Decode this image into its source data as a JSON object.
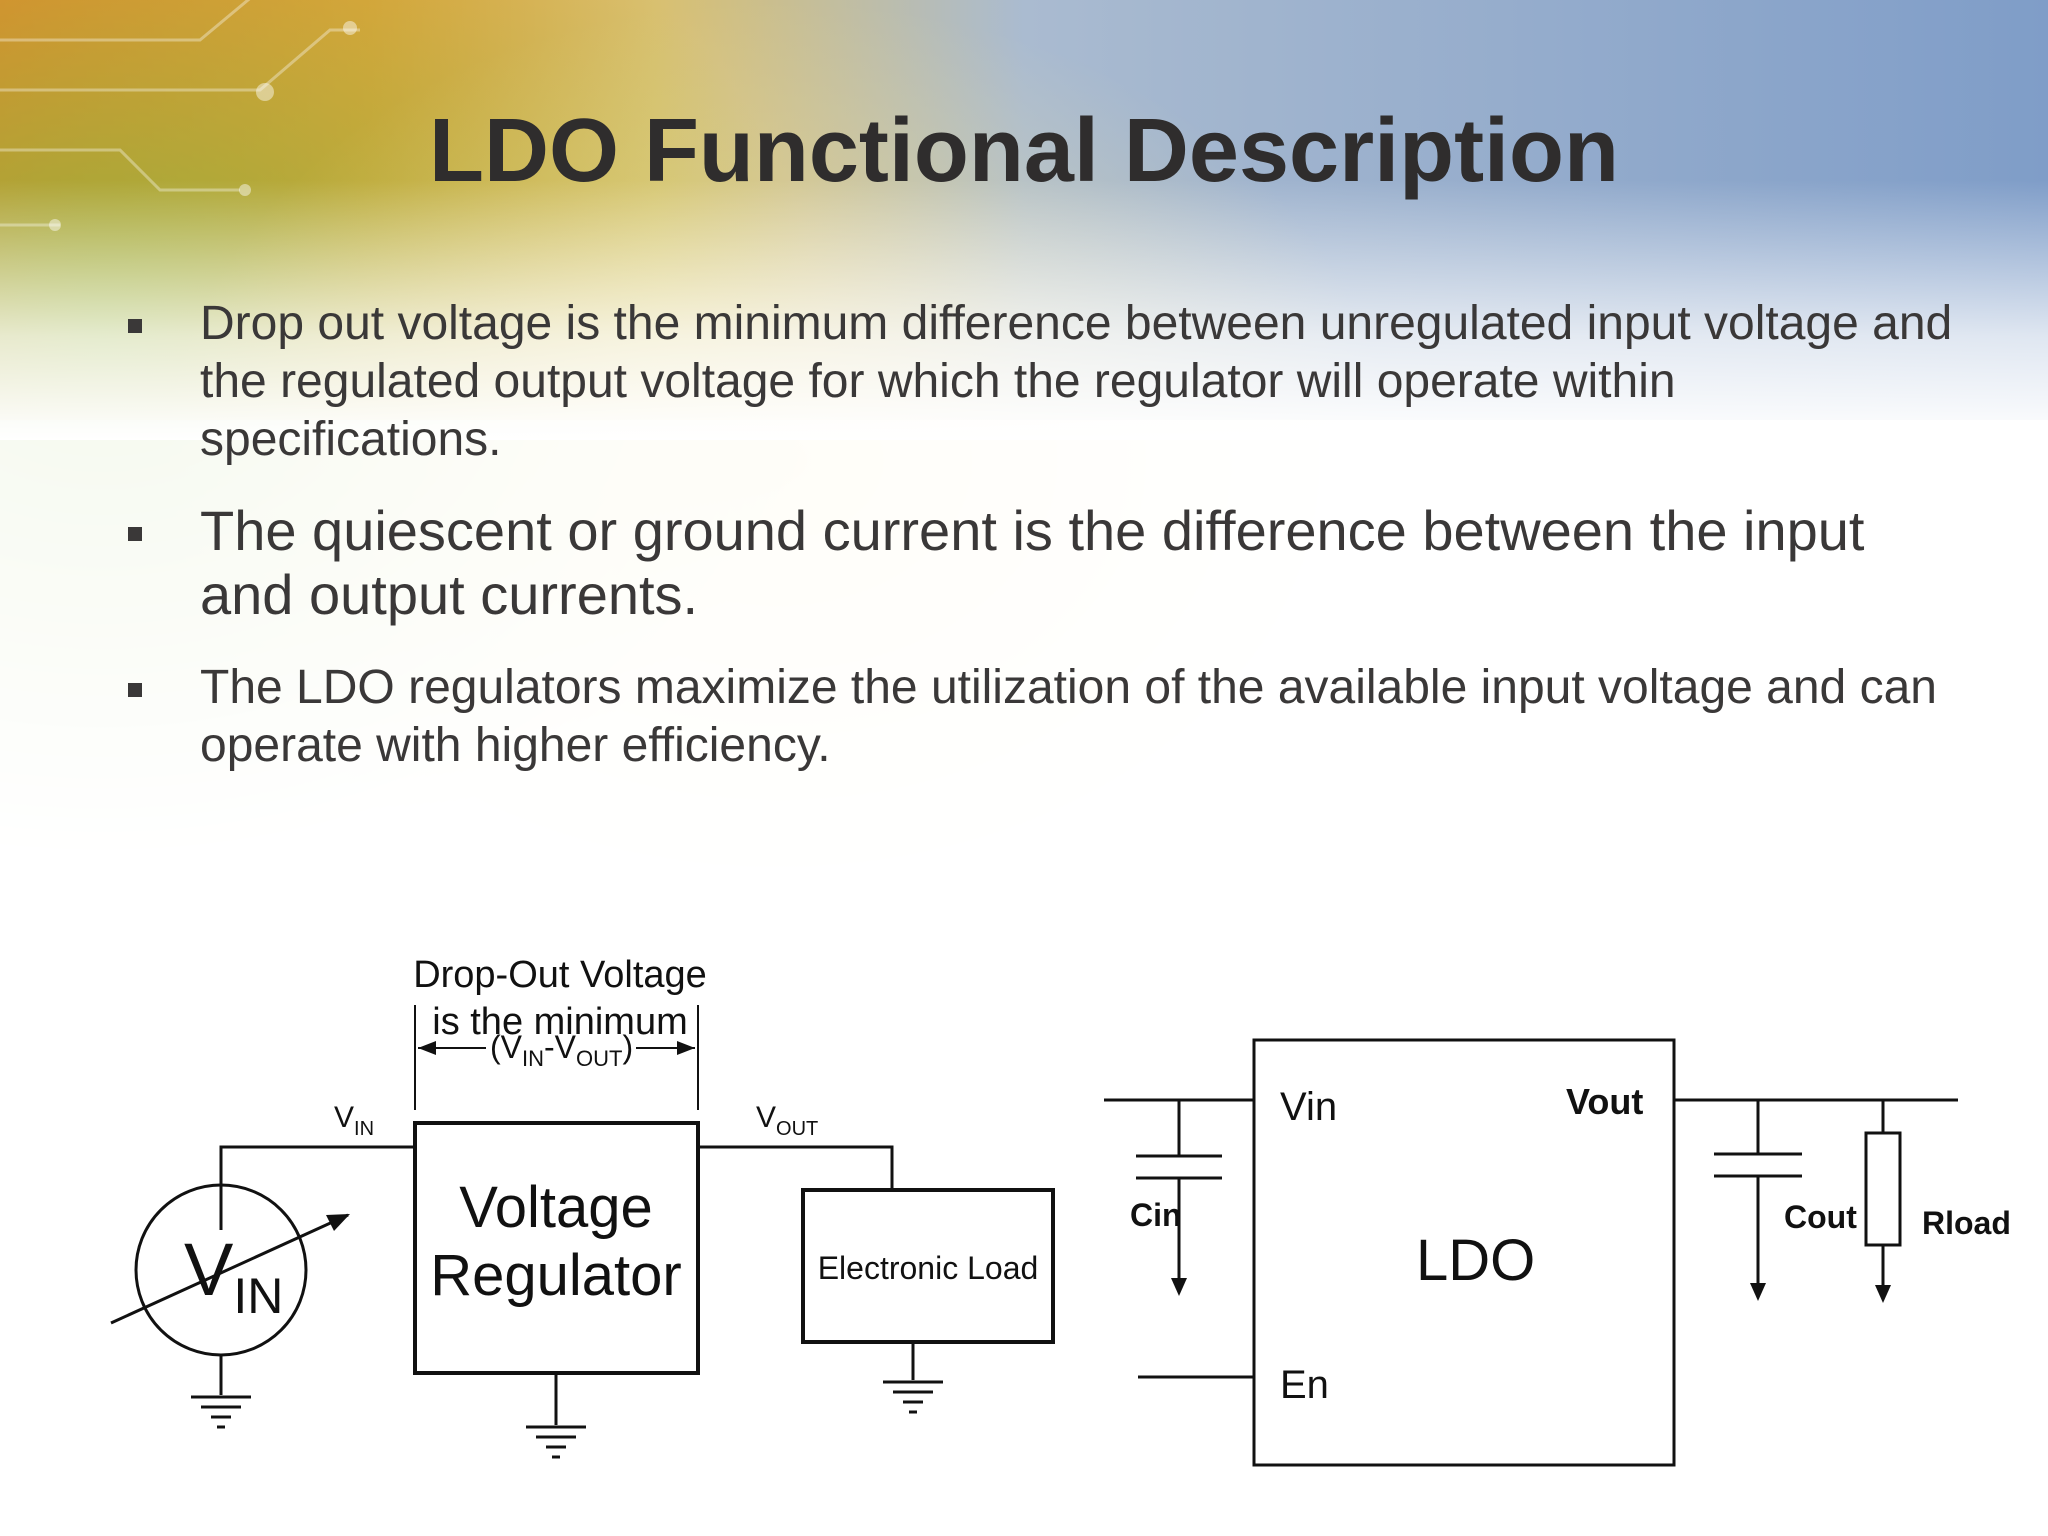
{
  "title": "LDO Functional Description",
  "bullets": [
    "Drop out voltage is the minimum difference between unregulated input voltage and the regulated output voltage for which the regulator will operate within specifications.",
    "The quiescent or ground current is the difference between the input and output currents.",
    "The LDO regulators maximize the utilization of the available input voltage and can operate with higher efficiency."
  ],
  "diagram_left": {
    "annotation_line1": "Drop-Out Voltage",
    "annotation_line2": "is the minimum",
    "annotation_formula": "(V",
    "formula_in_sub": "IN",
    "formula_mid": "-V",
    "formula_out_sub": "OUT",
    "formula_close": ")",
    "vin_label": "V",
    "vin_sub": "IN",
    "vout_label": "V",
    "vout_sub": "OUT",
    "source_label": "V",
    "source_sub": "IN",
    "regulator_line1": "Voltage",
    "regulator_line2": "Regulator",
    "load_label": "Electronic Load"
  },
  "diagram_right": {
    "vin": "Vin",
    "vout": "Vout",
    "en": "En",
    "ldo": "LDO",
    "cin": "Cin",
    "cout": "Cout",
    "rload": "Rload"
  },
  "colors": {
    "title": "#2f2d2d",
    "text": "#3a3838",
    "accent_orange": "#f0862a",
    "accent_green": "#8cb43c",
    "accent_blue": "#7f9dc8"
  }
}
